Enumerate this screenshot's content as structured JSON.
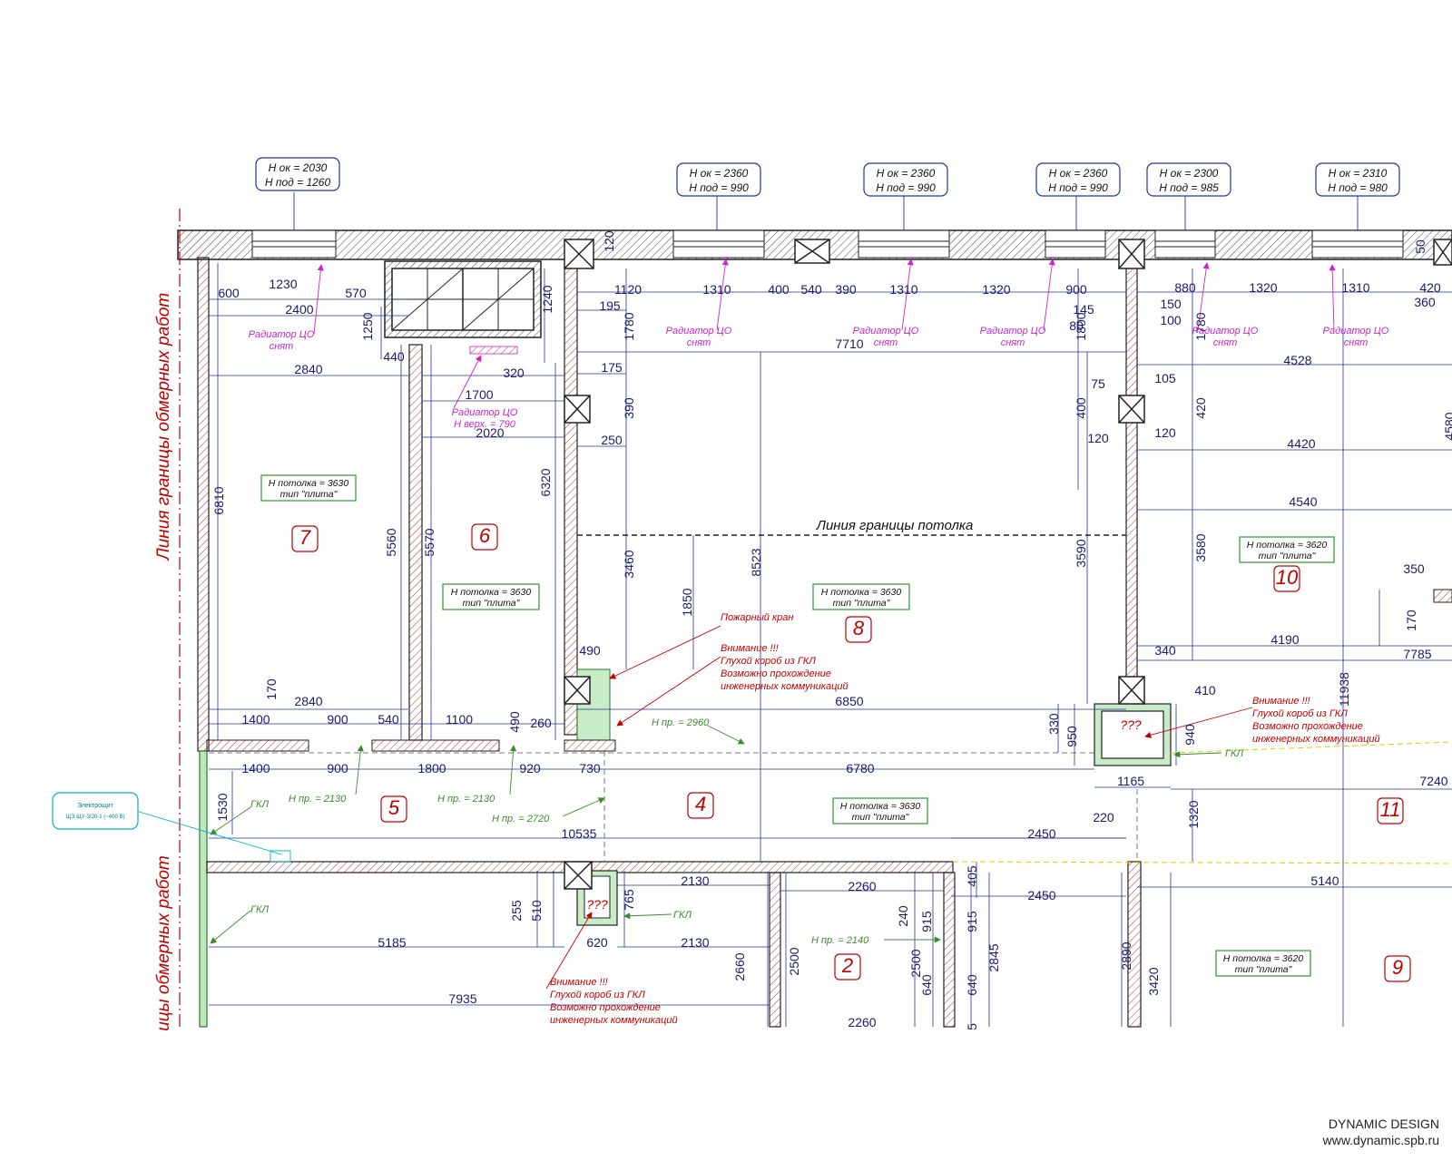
{
  "footer": {
    "company": "DYNAMIC DESIGN",
    "site": "www.dynamic.spb.ru"
  },
  "border_labels": {
    "top": "Линия границы обмерных работ",
    "bottom": "ицы обмерных работ"
  },
  "ceiling_line_label": "Линия границы потолка",
  "windows": [
    {
      "ok": "H ок = 2030",
      "pod": "H под = 1260"
    },
    {
      "ok": "H ок = 2360",
      "pod": "H под = 990"
    },
    {
      "ok": "H ок = 2360",
      "pod": "H под = 990"
    },
    {
      "ok": "H ок = 2360",
      "pod": "H под = 990"
    },
    {
      "ok": "H ок = 2300",
      "pod": "H под = 985"
    },
    {
      "ok": "H ок = 2310",
      "pod": "H под = 980"
    }
  ],
  "ceilings": [
    {
      "h": "H потолка  = 3630",
      "t": "тип \"плита\""
    },
    {
      "h": "H потолка  = 3630",
      "t": "тип \"плита\""
    },
    {
      "h": "H потолка  = 3630",
      "t": "тип \"плита\""
    },
    {
      "h": "H потолка  = 3620",
      "t": "тип \"плита\""
    },
    {
      "h": "H потолка  = 3630",
      "t": "тип \"плита\""
    },
    {
      "h": "H потолка  = 3620",
      "t": "тип \"плита\""
    }
  ],
  "rooms": [
    "7",
    "6",
    "8",
    "10",
    "5",
    "4",
    "11",
    "2",
    "9"
  ],
  "radiators": [
    {
      "a": "Радиатор ЦО",
      "b": "снят"
    },
    {
      "a": "Радиатор ЦО",
      "b": "снят"
    },
    {
      "a": "Радиатор ЦО",
      "b": "снят"
    },
    {
      "a": "Радиатор ЦО",
      "b": "снят"
    },
    {
      "a": "Радиатор ЦО",
      "b": "снят"
    },
    {
      "a": "Радиатор ЦО",
      "b": "снят"
    },
    {
      "a": "Радиатор ЦО",
      "b": "H верх. = 790"
    }
  ],
  "attention": {
    "title": "Внимание !!!",
    "line1": "Глухой короб из ГКЛ",
    "line2": "Возможно прохождение",
    "line3": "инженерных коммуникаций"
  },
  "fire_crane": "Пожарный кран",
  "openings": [
    "H пр. = 2960",
    "H пр. = 2130",
    "H пр. = 2130",
    "H пр. = 2720",
    "H пр. = 2140"
  ],
  "gkl": [
    "ГКЛ",
    "ГКЛ",
    "ГКЛ",
    "ГКЛ"
  ],
  "unknown": [
    "???",
    "???"
  ],
  "electric": {
    "a": "Электрощит",
    "b": "ЩЭ ЩУ-3/20-1 (~400 В)"
  },
  "dims_h": [
    "600",
    "1230",
    "570",
    "2400",
    "2840",
    "320",
    "1700",
    "2020",
    "1120",
    "1310",
    "400",
    "540",
    "390",
    "1310",
    "1320",
    "900",
    "880",
    "1320",
    "1310",
    "420",
    "360",
    "195",
    "175",
    "250",
    "7710",
    "145",
    "80",
    "150",
    "100",
    "75",
    "105",
    "120",
    "120",
    "4528",
    "4420",
    "4540",
    "350",
    "4190",
    "7785",
    "340",
    "410",
    "1400",
    "900",
    "540",
    "1100",
    "260",
    "2840",
    "1400",
    "900",
    "1800",
    "920",
    "730",
    "6850",
    "6780",
    "1165",
    "7240",
    "10535",
    "2450",
    "220",
    "2450",
    "2130",
    "2260",
    "5140",
    "5185",
    "2130",
    "620",
    "7935",
    "2260",
    "440",
    "490"
  ],
  "dims_v": [
    "1250",
    "1240",
    "120",
    "6810",
    "5560",
    "5570",
    "6320",
    "1780",
    "390",
    "3460",
    "1850",
    "8523",
    "3590",
    "1800",
    "400",
    "1780",
    "420",
    "3580",
    "4580",
    "170",
    "11938",
    "330",
    "950",
    "940",
    "1320",
    "170",
    "490",
    "1530",
    "255",
    "510",
    "765",
    "2660",
    "2500",
    "240",
    "2500",
    "915",
    "640",
    "915",
    "640",
    "2845",
    "2890",
    "3420",
    "405",
    "50",
    "5"
  ]
}
